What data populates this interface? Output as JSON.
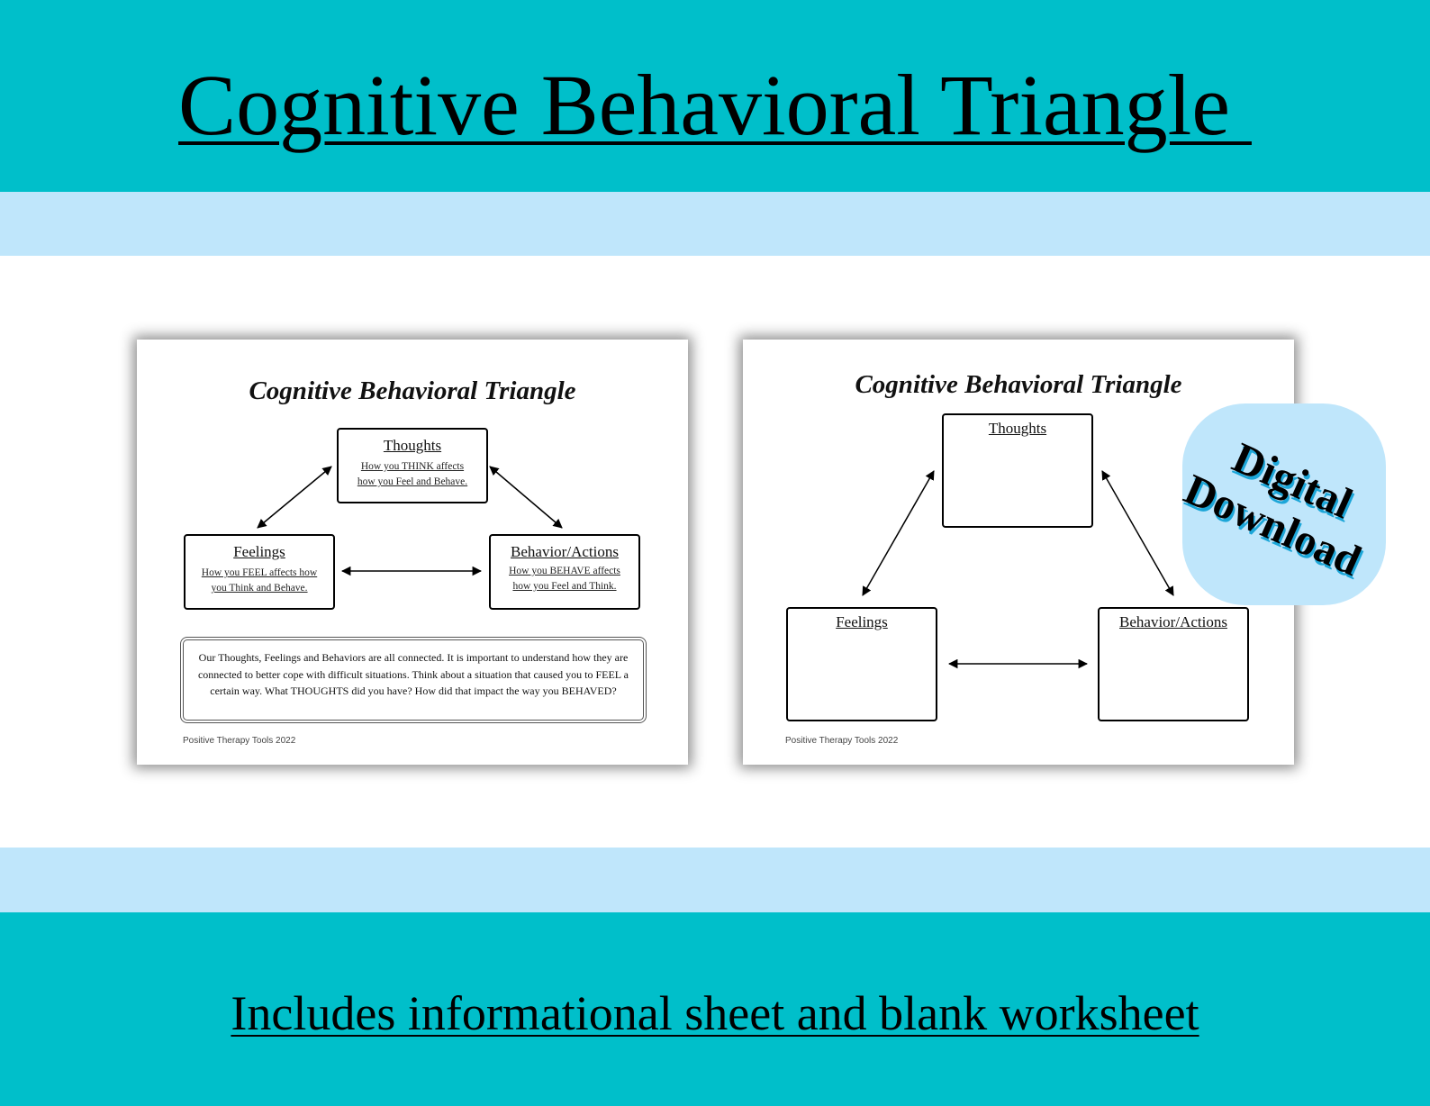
{
  "header": {
    "title": "Cognitive Behavioral Triangle "
  },
  "footer": {
    "caption": "Includes informational sheet and blank worksheet"
  },
  "badge": {
    "line1": "Digital",
    "line2": "Download"
  },
  "colors": {
    "teal": "#00bfca",
    "light_blue": "#bfe6fb",
    "badge_shadow": "#1ca6d8"
  },
  "info_sheet": {
    "title": "Cognitive Behavioral Triangle",
    "thoughts": {
      "label": "Thoughts",
      "desc": "How you THINK affects how you Feel and Behave."
    },
    "feelings": {
      "label": "Feelings",
      "desc": "How you FEEL affects how you Think and Behave."
    },
    "behavior": {
      "label": "Behavior/Actions",
      "desc": "How you BEHAVE affects how you Feel and Think."
    },
    "note": "Our Thoughts, Feelings and Behaviors are all connected. It is important to understand how they are connected to better cope with difficult situations. Think about a situation that caused you to FEEL a certain way. What THOUGHTS did you have? How did that impact the way you BEHAVED?",
    "credit": "Positive Therapy Tools 2022"
  },
  "worksheet": {
    "title": "Cognitive Behavioral Triangle",
    "thoughts": {
      "label": "Thoughts"
    },
    "feelings": {
      "label": "Feelings"
    },
    "behavior": {
      "label": "Behavior/Actions"
    },
    "credit": "Positive Therapy Tools 2022"
  }
}
